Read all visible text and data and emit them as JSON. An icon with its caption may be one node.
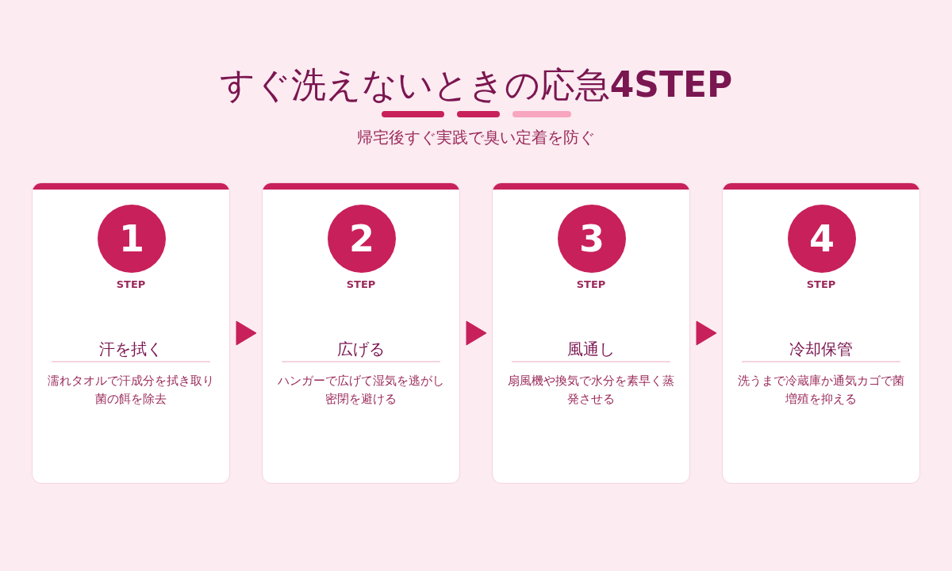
{
  "diagram": {
    "title": "すぐ洗えないときの応急**4STEP**",
    "caption": "帰宅後すぐ実践で臭い定着を防ぐ",
    "nodes": [
      {
        "text": [
          "1",
          "STEP",
          "汗を拭く",
          "濡れタオルで汗成分を拭き取り菌の餌を除去"
        ]
      },
      {
        "text": [
          "2",
          "STEP",
          "広げる",
          "ハンガーで広げて湿気を逃がし密閉を避ける"
        ]
      },
      {
        "text": [
          "3",
          "STEP",
          "風通し",
          "扇風機や換気で水分を素早く蒸発させる"
        ]
      },
      {
        "text": [
          "4",
          "STEP",
          "冷却保管",
          "洗うまで冷蔵庫か通気カゴで菌増殖を抑える"
        ]
      }
    ],
    "edges": [
      {
        "from": 0,
        "to": 1,
        "arrow": "to"
      },
      {
        "from": 1,
        "to": 2,
        "arrow": "to"
      },
      {
        "from": 2,
        "to": 3,
        "arrow": "to"
      }
    ]
  }
}
